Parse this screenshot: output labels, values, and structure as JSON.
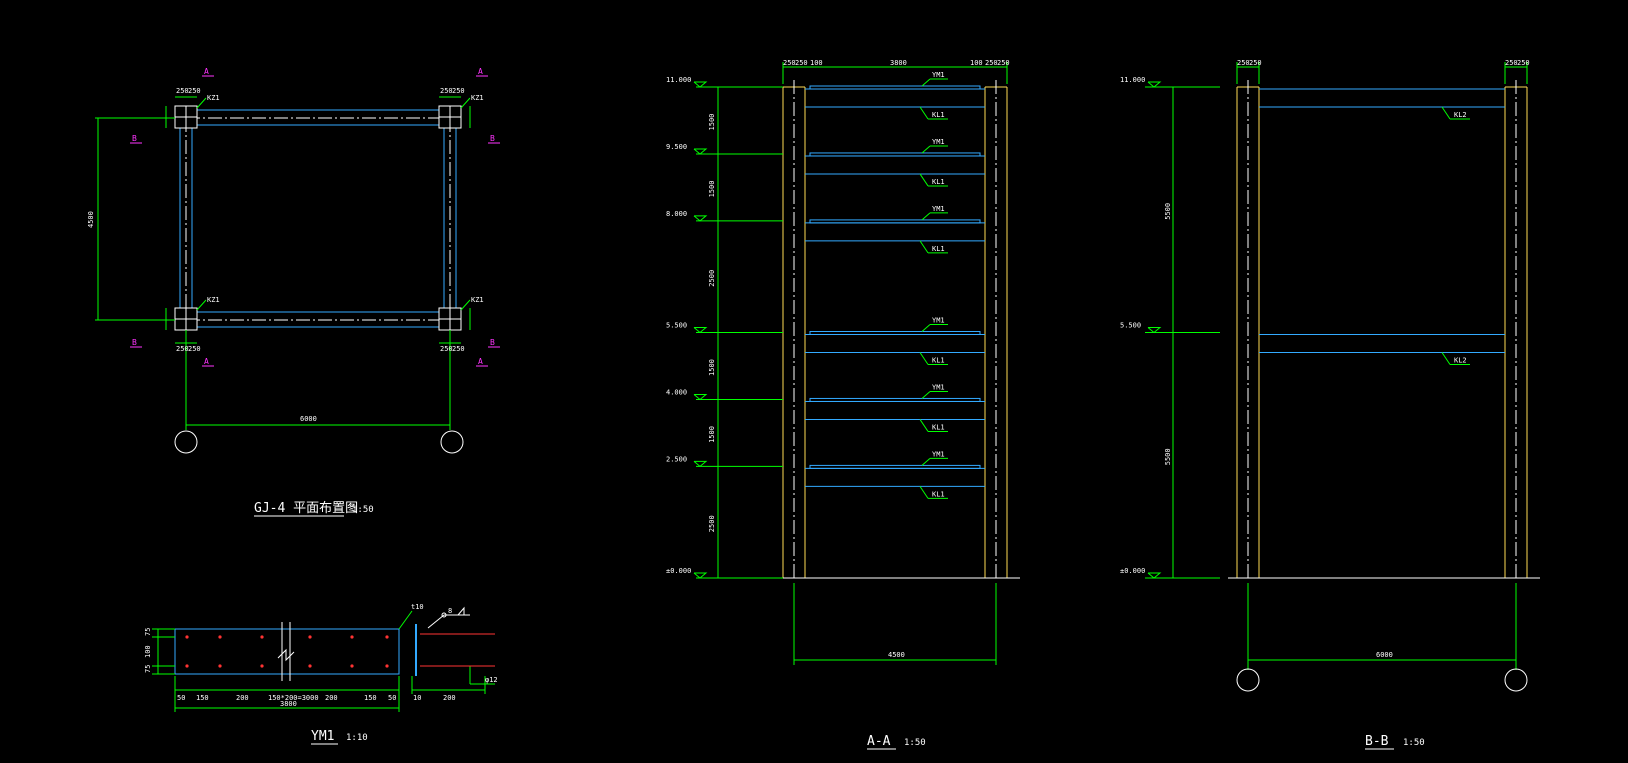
{
  "colors": {
    "background": "#000000",
    "dimension": "#00ff00",
    "beam": "#33aaff",
    "column": "#ffdd55",
    "section_mark": "#ff33ff",
    "text": "#ffffff",
    "anchor": "#ff3333"
  },
  "plan": {
    "title": "GJ-4 平面布置图",
    "scale": "1:50",
    "section_a": "A",
    "section_b": "B",
    "overall_width": "6000",
    "overall_height": "4500",
    "col_dims": [
      "250",
      "250"
    ],
    "column_label": "KZ1"
  },
  "elev_aa": {
    "title": "A-A",
    "scale": "1:50",
    "levels": [
      "11.000",
      "9.500",
      "8.000",
      "5.500",
      "4.000",
      "2.500",
      "±0.000"
    ],
    "spacings": [
      "1500",
      "1500",
      "2500",
      "1500",
      "1500",
      "2500"
    ],
    "beam_label": "KL1",
    "plate_label": "YM1",
    "width_dim": "4500",
    "top_dims": [
      "250",
      "250",
      "100",
      "3800",
      "100",
      "250",
      "250"
    ]
  },
  "elev_bb": {
    "title": "B-B",
    "scale": "1:50",
    "levels": [
      "11.000",
      "5.500",
      "±0.000"
    ],
    "spacings": [
      "5500",
      "5500"
    ],
    "beam_label": "KL2",
    "width_dim": "6000",
    "top_dims": [
      "250",
      "250",
      "250",
      "250"
    ]
  },
  "ym1": {
    "title": "YM1",
    "scale": "1:10",
    "dims": [
      "50",
      "150",
      "200",
      "150*200=3000",
      "200",
      "150",
      "50"
    ],
    "total": "3800",
    "side_dims": [
      "75",
      "100",
      "75"
    ],
    "weld_label": "8",
    "rebar_label": "φ12",
    "right_dims": [
      "10",
      "200"
    ],
    "plate_thk": "t10"
  }
}
